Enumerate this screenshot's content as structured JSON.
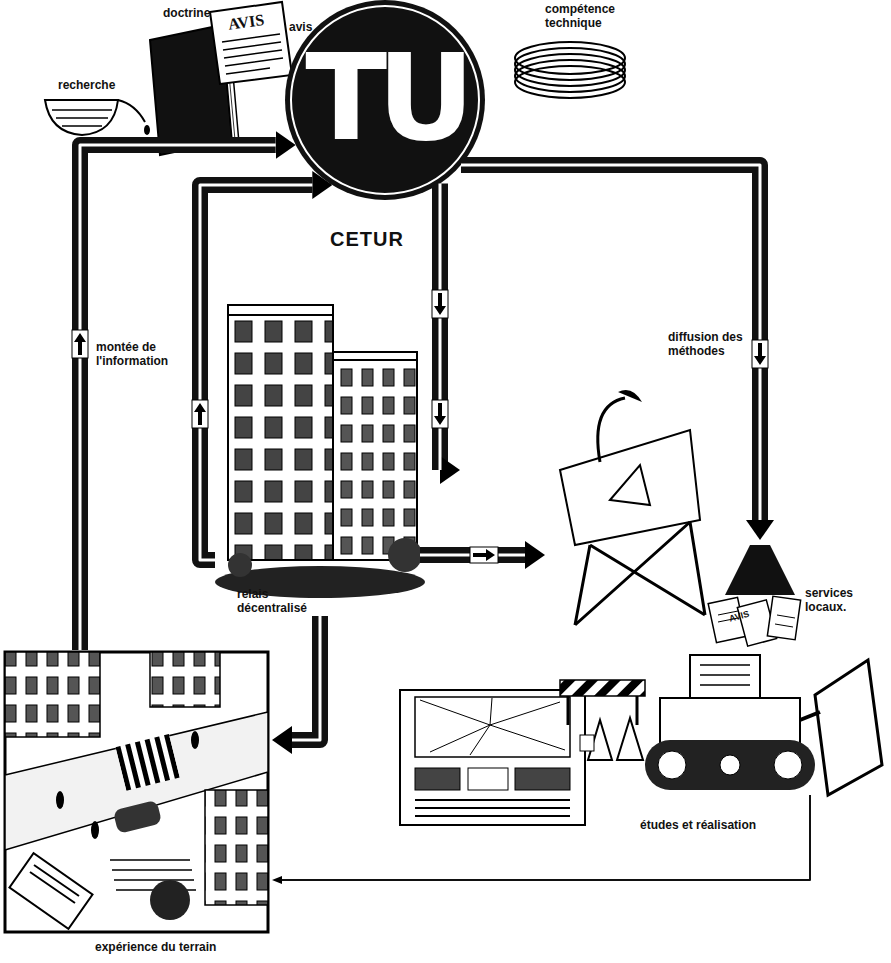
{
  "diagram": {
    "nodes": [
      {
        "text": [
          "recherche"
        ]
      },
      {
        "text": [
          "doctrine"
        ]
      },
      {
        "text": [
          "avis",
          "AVIS"
        ]
      },
      {
        "text": [
          "TU",
          "CETUR"
        ]
      },
      {
        "text": [
          "compétence technique"
        ]
      },
      {
        "text": [
          "relais décentralisé"
        ]
      },
      {
        "text": [
          "services locaux."
        ]
      },
      {
        "text": [
          "expérience du terrain"
        ]
      }
    ],
    "edges": [
      {
        "from": 7,
        "to": 3,
        "arrow": "to",
        "label": "montée de l'information"
      },
      {
        "from": 3,
        "to": 5,
        "arrow": "to"
      },
      {
        "from": 5,
        "to": 3,
        "arrow": "to"
      },
      {
        "from": 3,
        "to": 6,
        "arrow": "to",
        "label": "diffusion des méthodes"
      },
      {
        "from": 5,
        "to": 6,
        "arrow": "to"
      },
      {
        "from": 5,
        "to": 7,
        "arrow": "to"
      },
      {
        "from": 6,
        "to": 7,
        "arrow": "to",
        "label": "études et réalisation"
      }
    ],
    "labels": [
      "AVIS"
    ]
  }
}
